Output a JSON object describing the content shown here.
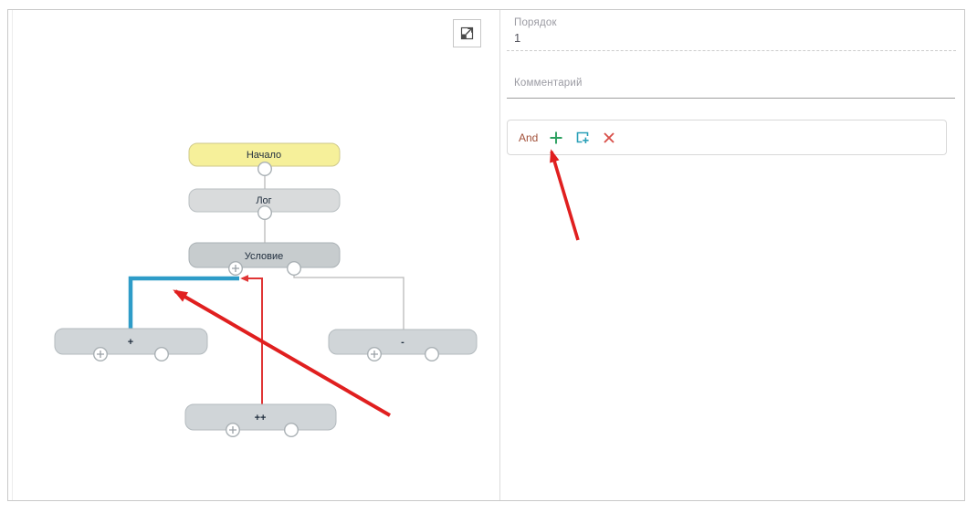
{
  "diagram": {
    "nodes": {
      "start": {
        "label": "Начало",
        "fill": "#f6f09a"
      },
      "log": {
        "label": "Лог",
        "fill": "#d9dbdc"
      },
      "condition": {
        "label": "Условие",
        "fill": "#c7ccce"
      },
      "plus": {
        "label": "+",
        "fill": "#d0d5d8"
      },
      "minus": {
        "label": "-",
        "fill": "#d0d5d8"
      },
      "increment": {
        "label": "++",
        "fill": "#d0d5d8"
      }
    },
    "links": {
      "selected_color": "#2e9cc8",
      "highlight_color": "#e03535",
      "default_color": "#b9b9b9"
    },
    "annotation_color": "#e01f1f",
    "expand_icon": "expand-icon"
  },
  "form": {
    "order_label": "Порядок",
    "order_value": "1",
    "comment_label": "Комментарий",
    "comment_value": ""
  },
  "condition_row": {
    "operator": "And",
    "operator_color": "#a2513a",
    "add_icon": "add-condition-icon",
    "add_icon_color": "#2ba05f",
    "add_group_icon": "add-group-icon",
    "add_group_icon_color": "#2aa0b8",
    "remove_icon": "remove-condition-icon",
    "remove_icon_color": "#d8504a"
  }
}
